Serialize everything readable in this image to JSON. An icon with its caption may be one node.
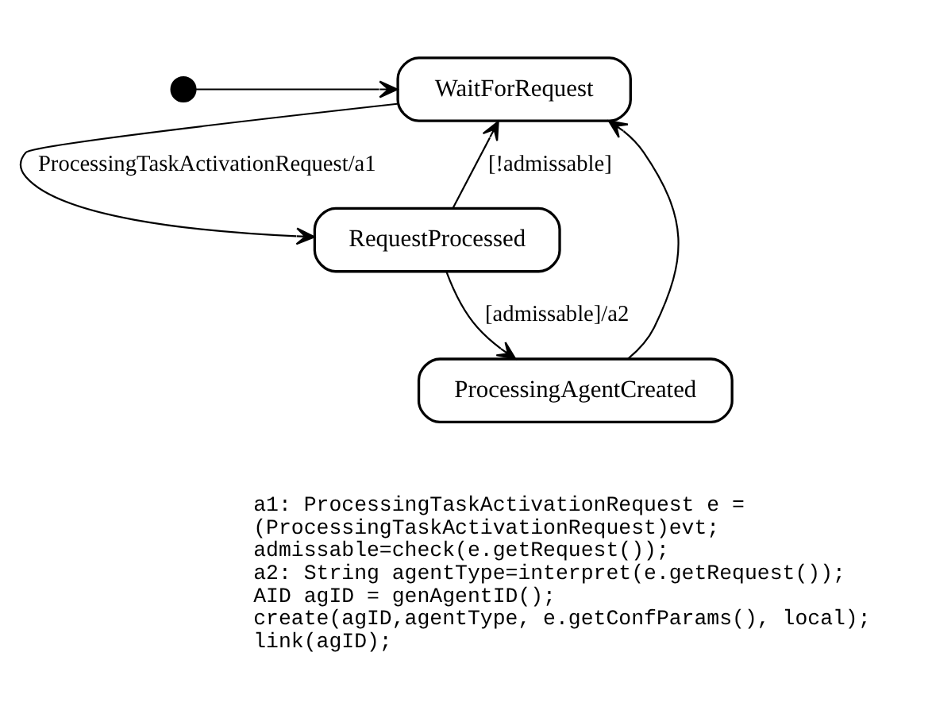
{
  "diagram": {
    "nodes": [
      {
        "text": [],
        "shape": "circle"
      },
      {
        "text": [
          "WaitForRequest"
        ]
      },
      {
        "text": [
          "RequestProcessed"
        ]
      },
      {
        "text": [
          "ProcessingAgentCreated"
        ]
      }
    ],
    "edges": [
      {
        "from": 0,
        "to": 1,
        "arrow": "to"
      },
      {
        "from": 1,
        "to": 2,
        "arrow": "to",
        "label": "ProcessingTaskActivationRequest/a1"
      },
      {
        "from": 2,
        "to": 1,
        "arrow": "to",
        "label": "[!admissable]"
      },
      {
        "from": 2,
        "to": 3,
        "arrow": "to",
        "label": "[admissable]/a2"
      },
      {
        "from": 3,
        "to": 1,
        "arrow": "to"
      }
    ],
    "labels": [
      "a1: ProcessingTaskActivationRequest e =",
      "(ProcessingTaskActivationRequest)evt;",
      "admissable=check(e.getRequest());",
      "a2: String agentType=interpret(e.getRequest());",
      "AID agID = genAgentID();",
      "create(agID,agentType, e.getConfParams(), local);",
      "link(agID);"
    ]
  }
}
